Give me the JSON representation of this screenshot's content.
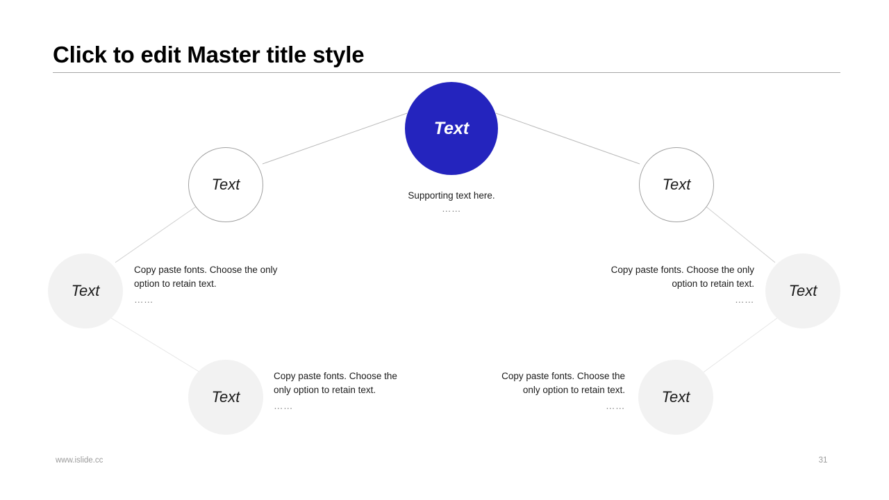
{
  "slide": {
    "title": "Click to edit Master title style",
    "background_color": "#ffffff",
    "accent_color": "#2424be",
    "gray_fill_color": "#f2f2f2",
    "outline_color": "#a0a0a0",
    "connector_color": "#b8b8b8",
    "ellipsis": "……"
  },
  "nodes": {
    "center": {
      "label": "Text",
      "caption": "Supporting text here.",
      "ellipsis": "……"
    },
    "upper_left": {
      "label": "Text"
    },
    "upper_right": {
      "label": "Text"
    },
    "mid_left": {
      "label": "Text"
    },
    "mid_right": {
      "label": "Text"
    },
    "lower_left": {
      "label": "Text"
    },
    "lower_right": {
      "label": "Text"
    }
  },
  "paragraphs": {
    "mid_left": {
      "body": "Copy paste fonts. Choose the only option to retain text.",
      "ellipsis": "……"
    },
    "mid_right": {
      "body": "Copy paste fonts. Choose the only option to retain text.",
      "ellipsis": "……"
    },
    "lower_left": {
      "body": "Copy paste fonts. Choose the only option to retain text.",
      "ellipsis": "……"
    },
    "lower_right": {
      "body": "Copy paste fonts. Choose the only option to retain text.",
      "ellipsis": "……"
    }
  },
  "footer": {
    "url": "www.islide.cc",
    "page_number": "31"
  }
}
